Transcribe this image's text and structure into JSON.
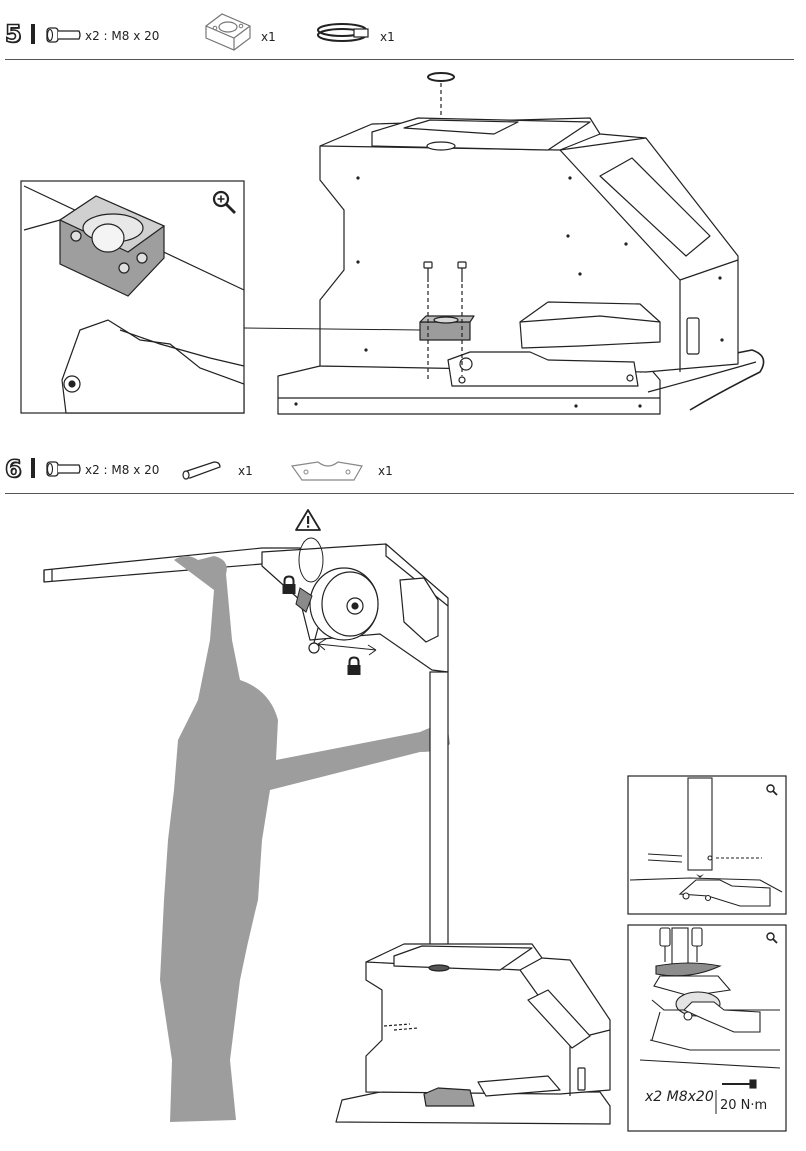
{
  "step5": {
    "number": "5",
    "parts": [
      {
        "icon": "bolt-icon",
        "label": "x2 : M8 x 20"
      },
      {
        "icon": "bracket-block-icon",
        "label": "x1"
      },
      {
        "icon": "ring-clamp-icon",
        "label": "x1"
      }
    ]
  },
  "step6": {
    "number": "6",
    "parts": [
      {
        "icon": "bolt-icon",
        "label": "x2 : M8 x 20"
      },
      {
        "icon": "pin-icon",
        "label": "x1"
      },
      {
        "icon": "plate-icon",
        "label": "x1"
      }
    ]
  },
  "detail": {
    "bolts_label": "x2 M8x20",
    "torque_label": "20 N·m"
  },
  "icons": [
    "magnify-icon",
    "warning-icon",
    "lock-icon"
  ]
}
